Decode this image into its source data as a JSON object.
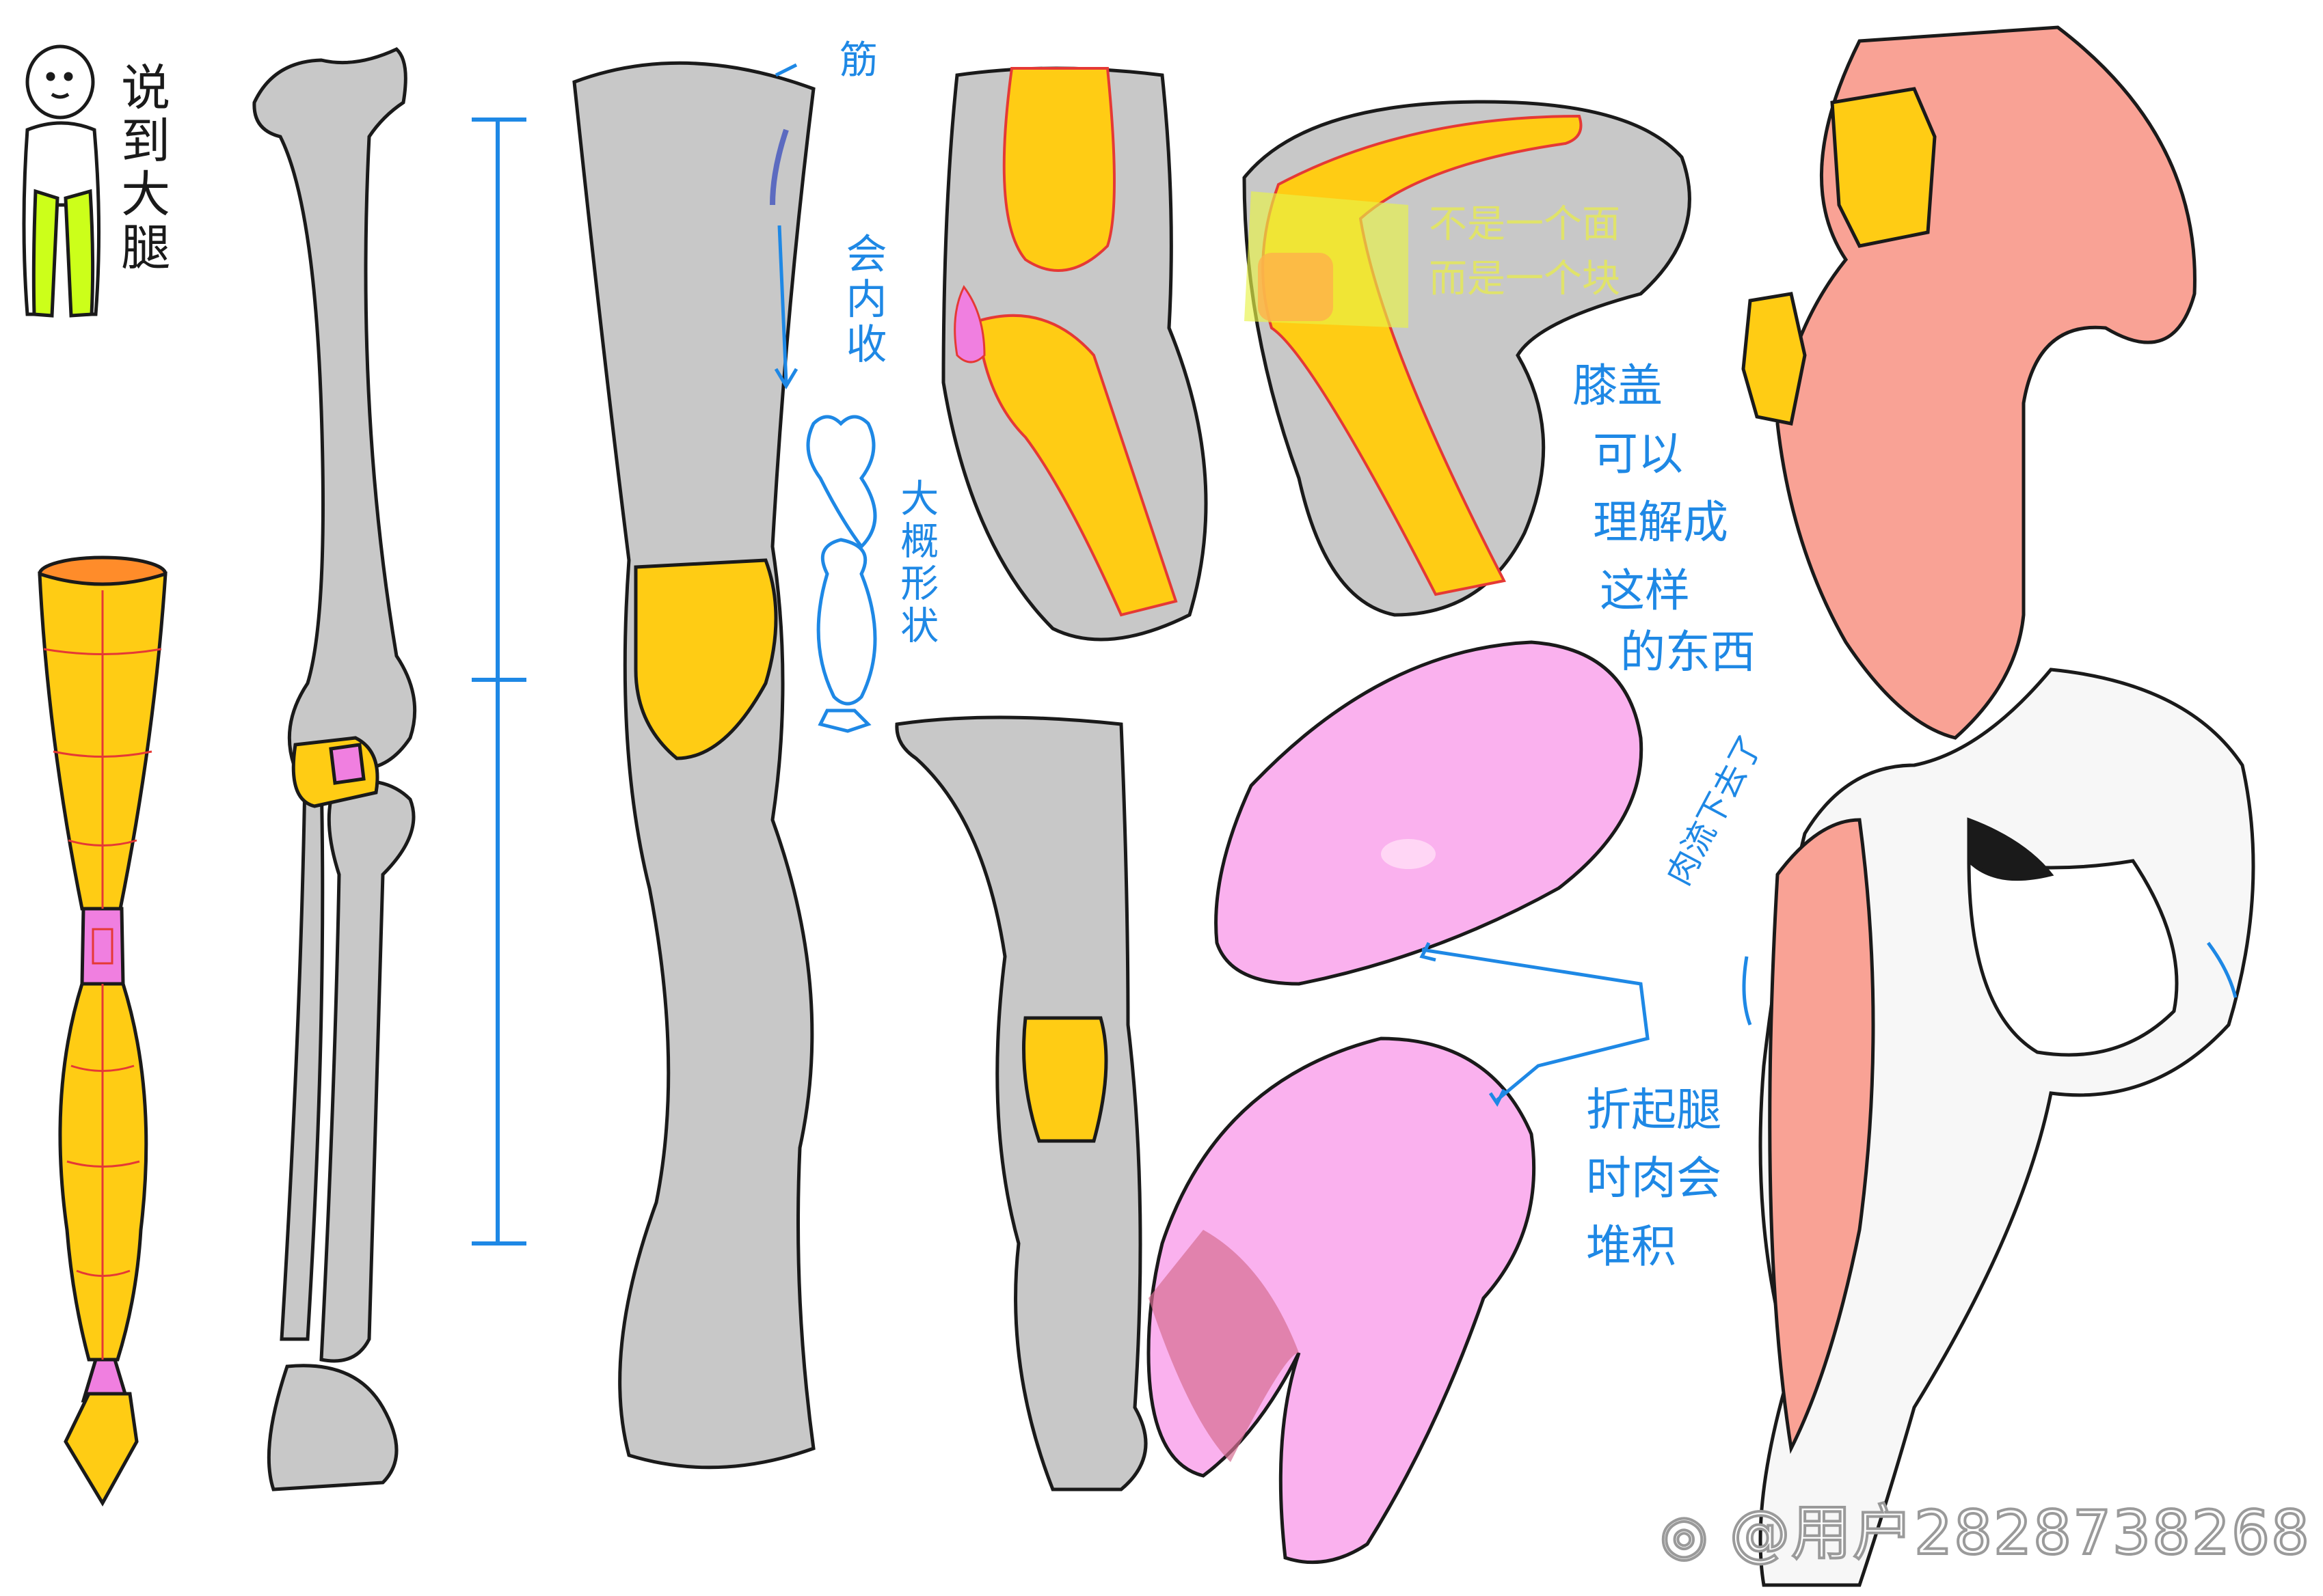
{
  "labels": {
    "thigh_title": "说到大腿",
    "tendon": "筋",
    "adduct": "会内收",
    "rough_shape": "大概形状",
    "face_block_1": "不是一个面",
    "face_block_2": "而是一个块",
    "kneecap_1": "膝盖",
    "kneecap_2": "可以",
    "kneecap_3": "理解成",
    "kneecap_4": "这样",
    "kneecap_5": "的东西",
    "flesh_flow": "肉流下去了",
    "fold_1": "折起腿",
    "fold_2": "时肉会",
    "fold_3": "堆积"
  },
  "watermark": "@用户2828738268",
  "colors": {
    "background": "#ffffff",
    "gray_leg": "#c8c8c8",
    "yellow": "#ffcc14",
    "magenta": "#f07fe0",
    "pink": "#fab1ee",
    "salmon": "#f9a295",
    "annotation_blue": "#1e88e5",
    "outline": "#1a1a1a",
    "lime": "#ccff1a"
  },
  "icons": [
    "weibo-logo"
  ]
}
